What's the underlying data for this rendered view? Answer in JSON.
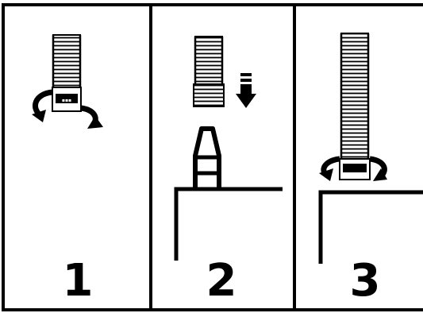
{
  "steps": [
    {
      "number": "1"
    },
    {
      "number": "2"
    },
    {
      "number": "3"
    }
  ],
  "colors": {
    "ink": "#000000",
    "background": "#ffffff",
    "tube_fill": "#ffffff"
  },
  "icons": {
    "rotate": "rotate-arrows-icon",
    "down": "down-arrow-icon"
  }
}
